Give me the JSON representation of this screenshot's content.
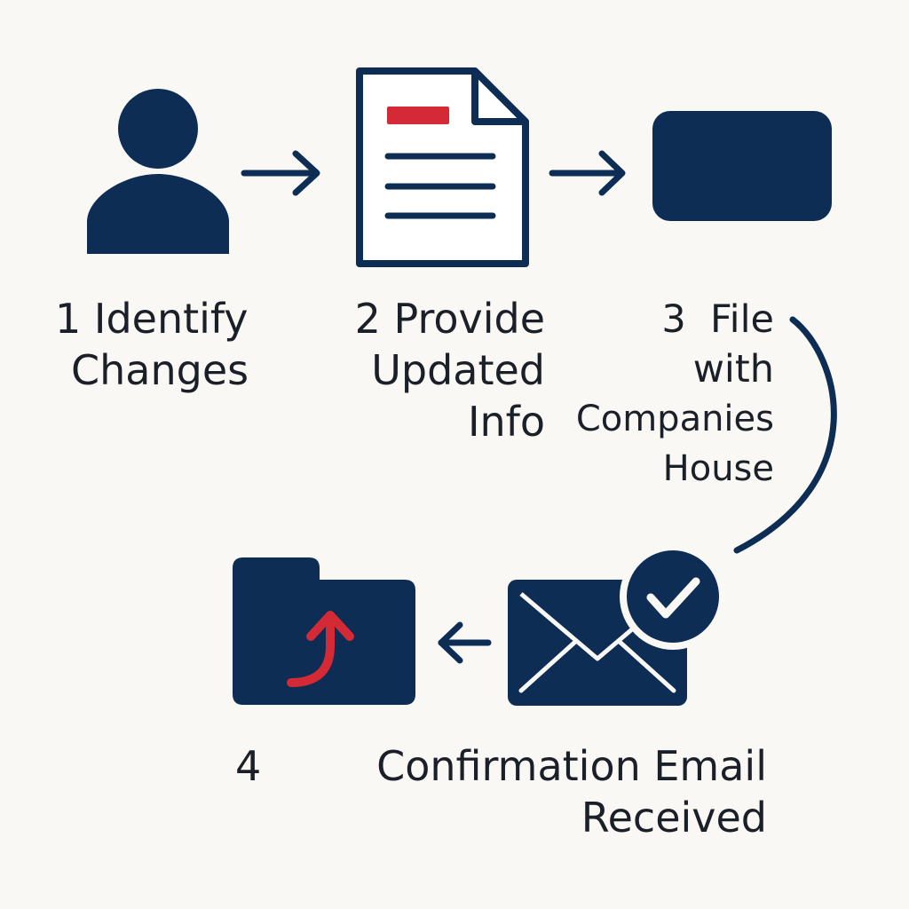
{
  "colors": {
    "navy": "#0d2d55",
    "red": "#d42a35",
    "background": "#faf8f5",
    "text": "#1a1f28"
  },
  "steps": [
    {
      "icon": "person-icon",
      "label_lines": [
        "1 Identify",
        "Changes"
      ]
    },
    {
      "icon": "document-icon",
      "label_lines": [
        "2 Provide",
        "Updated",
        "Info"
      ]
    },
    {
      "icon": "card-icon",
      "label_lines": [
        "3  File",
        "with",
        "Companies",
        "House"
      ]
    },
    {
      "icon": "email-check-icon",
      "label_lines": [
        "Confirmation Email",
        "Received"
      ]
    },
    {
      "icon": "folder-upload-icon",
      "label_lines": [
        "4"
      ]
    }
  ]
}
